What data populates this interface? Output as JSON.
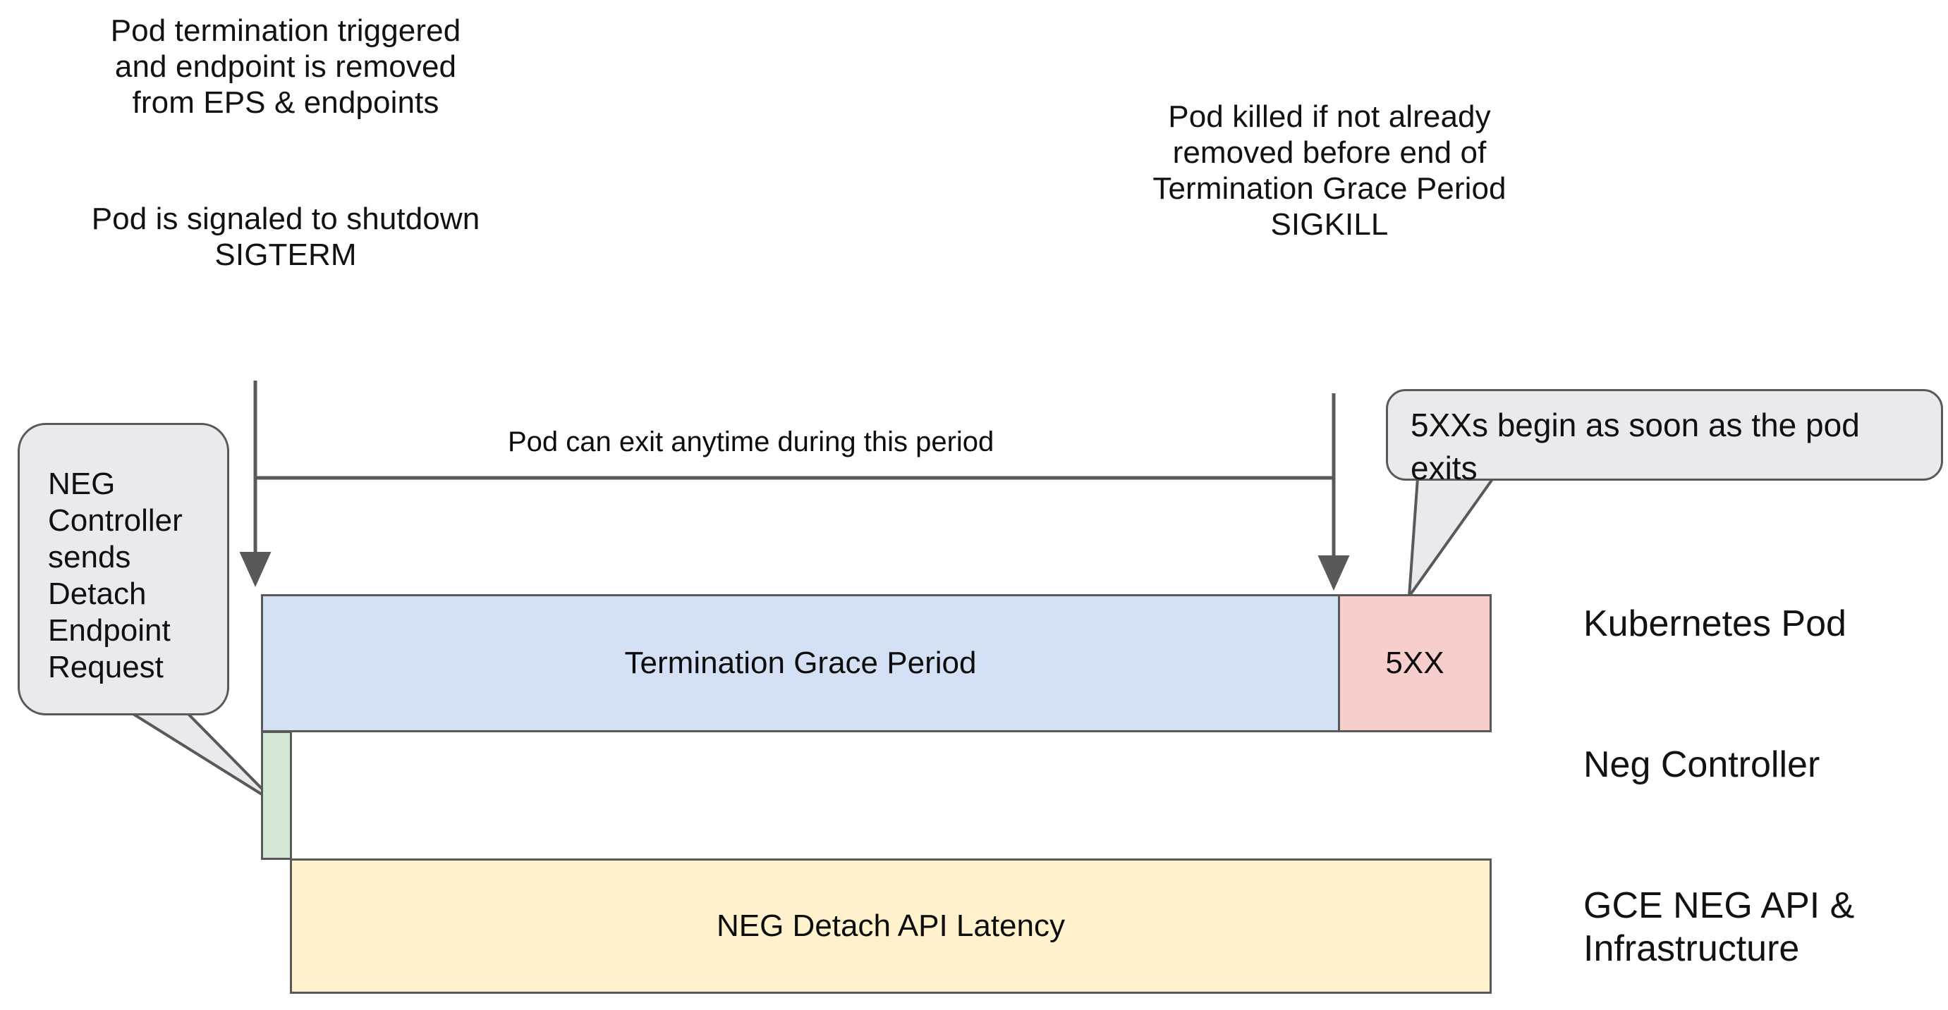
{
  "diagram": {
    "title": "Kubernetes Pod termination timeline with NEG detach",
    "background": "#ffffff"
  },
  "notes": [
    {
      "id": "pod-termination-triggered",
      "text": "Pod termination triggered\nand endpoint is removed\nfrom EPS & endpoints"
    },
    {
      "id": "pod-signaled-shutdown",
      "text": "Pod is signaled to shutdown\nSIGTERM"
    },
    {
      "id": "pod-killed-sigkill",
      "text": "Pod killed if not already\nremoved before end of\nTermination Grace Period\nSIGKILL"
    }
  ],
  "period": {
    "caption": "Pod can exit anytime during this period"
  },
  "callouts": [
    {
      "id": "neg-controller-detach",
      "text": "NEG\nController\nsends\nDetach\nEndpoint\nRequest",
      "fill": "#e8eaed",
      "stroke": "#595959"
    },
    {
      "id": "5xx-begin",
      "text": "5XXs begin as soon as the pod exits",
      "fill": "#e8eaed",
      "stroke": "#595959"
    }
  ],
  "bars": [
    {
      "id": "termination-grace-period",
      "label": "Termination Grace Period",
      "fill": "#d4e1f5",
      "stroke": "#595959",
      "lane": "Kubernetes Pod"
    },
    {
      "id": "5xx",
      "label": "5XX",
      "fill": "#f8cecc",
      "stroke": "#595959",
      "lane": "Kubernetes Pod"
    },
    {
      "id": "neg-detach-request",
      "label": "",
      "fill": "#d5e8d4",
      "stroke": "#595959",
      "lane": "Neg Controller"
    },
    {
      "id": "neg-detach-api-latency",
      "label": "NEG Detach API Latency",
      "fill": "#fff2cc",
      "stroke": "#595959",
      "lane": "GCE NEG API & Infrastructure"
    }
  ],
  "lanes": [
    {
      "id": "kubernetes-pod",
      "label": "Kubernetes Pod"
    },
    {
      "id": "neg-controller",
      "label": "Neg Controller"
    },
    {
      "id": "gce-neg-api",
      "label": "GCE NEG API &\nInfrastructure"
    }
  ],
  "colors": {
    "blue": "#d4e1f5",
    "pink": "#f8cecc",
    "green": "#d5e8d4",
    "yellow": "#fff2cc",
    "callout_fill": "#e8eaed",
    "stroke": "#595959",
    "text": "#111111"
  }
}
